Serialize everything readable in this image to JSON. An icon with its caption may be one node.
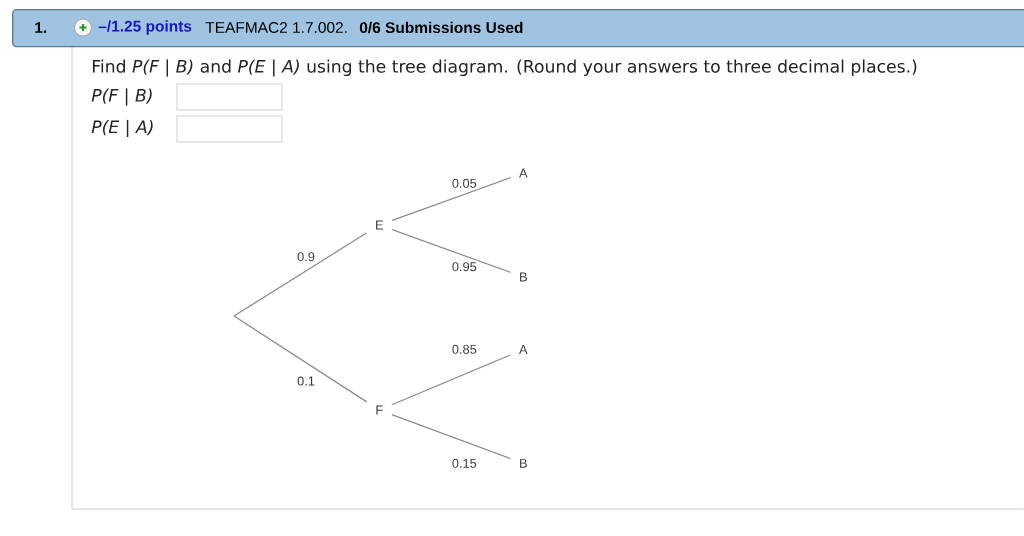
{
  "diagram": {
    "nodes": [
      {
        "text": [
          "1.",
          "–/1.25 points",
          "TEAFMAC2 1.7.002.",
          "0/6 Submissions Used"
        ]
      },
      {
        "text": [
          "E"
        ]
      },
      {
        "text": [
          "A"
        ]
      },
      {
        "text": [
          "B"
        ]
      },
      {
        "text": [
          "F"
        ]
      },
      {
        "text": [
          "A"
        ]
      },
      {
        "text": [
          "B"
        ]
      }
    ],
    "edges": [
      {
        "from": null,
        "to": 1,
        "arrow": "none",
        "label": "0.9"
      },
      {
        "from": 1,
        "to": 2,
        "arrow": "none",
        "label": "0.05"
      },
      {
        "from": 1,
        "to": 3,
        "arrow": "none",
        "label": "0.95"
      },
      {
        "from": null,
        "to": 4,
        "arrow": "none",
        "label": "0.1"
      },
      {
        "from": 4,
        "to": 5,
        "arrow": "none",
        "label": "0.85"
      },
      {
        "from": 4,
        "to": 6,
        "arrow": "none",
        "label": "0.15"
      }
    ],
    "labels": [
      "Find *P(F | B)* and *P(E | A)* using the tree diagram. (Round your answers to three decimal places.)",
      "P(F | B)",
      "P(E | A)"
    ]
  }
}
